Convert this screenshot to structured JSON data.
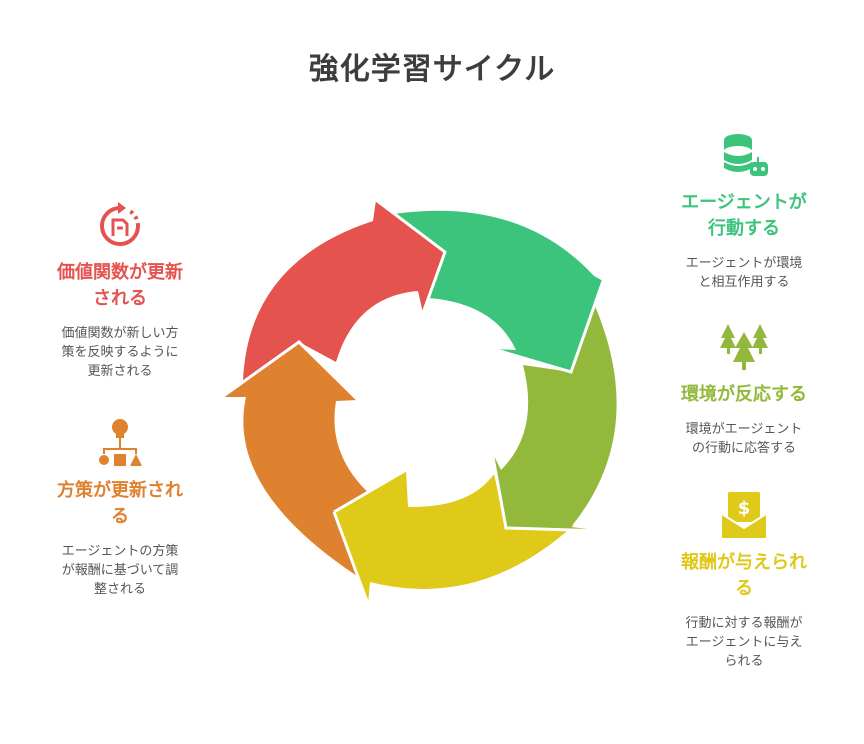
{
  "title": "強化学習サイクル",
  "colors": {
    "red": "#E5534F",
    "green": "#3CC47C",
    "olive": "#93B93C",
    "yellow": "#DFC919",
    "orange": "#DF8230"
  },
  "steps": {
    "agent_acts": {
      "heading_lines": [
        "エージェントが",
        "行動する"
      ],
      "description_lines": [
        "エージェントが環境",
        "と相互作用する"
      ],
      "icon": "database-robot-icon"
    },
    "env_responds": {
      "heading_lines": [
        "環境が反応する"
      ],
      "description_lines": [
        "環境がエージェント",
        "の行動に応答する"
      ],
      "icon": "trees-icon"
    },
    "reward_given": {
      "heading_lines": [
        "報酬が与えられ",
        "る"
      ],
      "description_lines": [
        "行動に対する報酬が",
        "エージェントに与え",
        "られる"
      ],
      "icon": "money-envelope-icon"
    },
    "policy_updated": {
      "heading_lines": [
        "方策が更新され",
        "る"
      ],
      "description_lines": [
        "エージェントの方策",
        "が報酬に基づいて調",
        "整される"
      ],
      "icon": "hierarchy-icon"
    },
    "value_updated": {
      "heading_lines": [
        "価値関数が更新",
        "される"
      ],
      "description_lines": [
        "価値関数が新しい方",
        "策を反映するように",
        "更新される"
      ],
      "icon": "refresh-doc-icon"
    }
  }
}
